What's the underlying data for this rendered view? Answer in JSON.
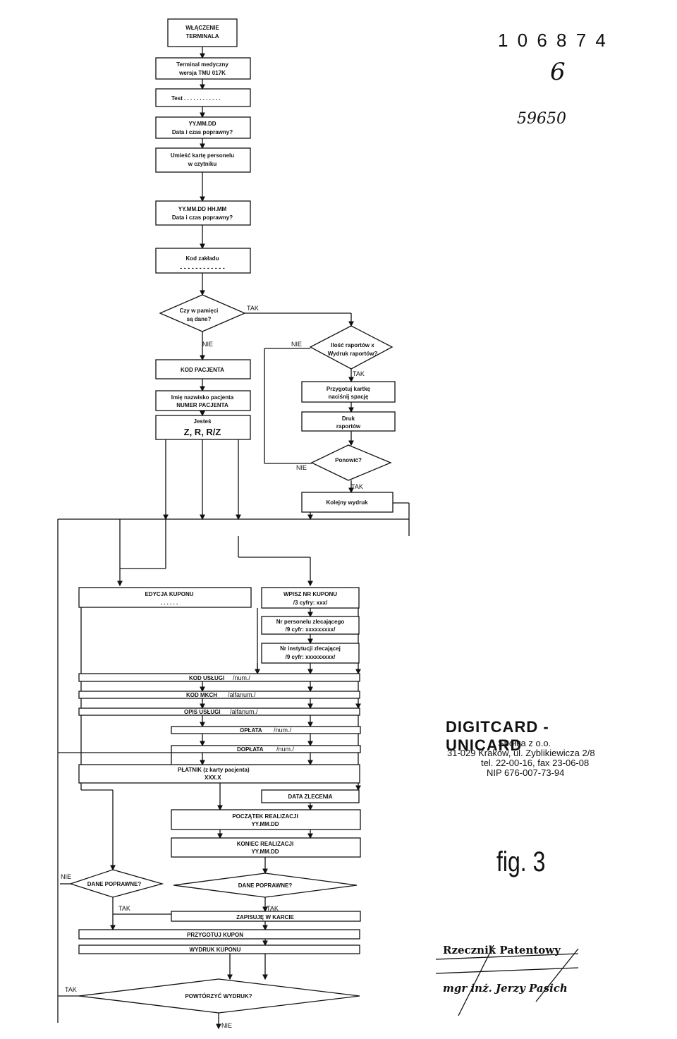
{
  "header": {
    "doc_number": "1 0 6 8 7 4",
    "handwritten_mark": "6",
    "handwritten_number": "59650"
  },
  "flow": {
    "turn_on": [
      "WŁĄCZENIE",
      "TERMINALA"
    ],
    "terminal_version": [
      "Terminal medyczny",
      "wersja TMU 017K"
    ],
    "test": "Test . . . . . . . . . . . .",
    "date_check_1": [
      "YY.MM.DD",
      "Data i czas poprawny?"
    ],
    "insert_card": [
      "Umieść kartę personelu",
      "w czytniku"
    ],
    "date_check_2": [
      "YY.MM.DD   HH.MM",
      "Data i czas poprawny?"
    ],
    "facility_code": "Kod zakładu",
    "facility_code_dashes": "- - - - - - - - - - - -",
    "memory_data": [
      "Czy w pamięci",
      "są dane?"
    ],
    "patient_code": "KOD PACJENTA",
    "patient_name": [
      "Imię nazwisko pacjenta",
      "NUMER PACJENTA"
    ],
    "you_are": "Jesteś",
    "you_are_value": "Z,  R,  R/Z",
    "report_count": [
      "Ilość raportów x",
      "Wydruk raportów?"
    ],
    "prepare_card": [
      "Przygotuj kartkę",
      "naciśnij spację"
    ],
    "report_print": [
      "Druk",
      "raportów"
    ],
    "again": "Ponowić?",
    "next_print": "Kolejny wydruk",
    "coupon_edit": "EDYCJA KUPONU",
    "coupon_edit_dots": ". . . . . .",
    "coupon_number": [
      "WPISZ NR KUPONU",
      "/3 cyfry: xxx/"
    ],
    "staff_number": [
      "Nr personelu zlecającego",
      "/9 cyfr: xxxxxxxxx/"
    ],
    "institution_number": [
      "Nr instytucji zlecającej",
      "/9 cyfr: xxxxxxxxx/"
    ],
    "service_code": "KOD USŁUGI",
    "service_code_unit": "/num./",
    "mkch_code": "KOD MKCH",
    "mkch_code_unit": "/alfanum./",
    "service_desc": "OPIS USŁUGI",
    "service_desc_unit": "/alfanum./",
    "fee": "OPŁATA",
    "fee_unit": "/num./",
    "surcharge": "DOPŁATA",
    "surcharge_unit": "/num./",
    "payer": [
      "PŁATNIK (z karty pacjenta)",
      "XXX.X"
    ],
    "order_date": "DATA ZLECENIA",
    "start": [
      "POCZĄTEK REALIZACJI",
      "YY.MM.DD"
    ],
    "end": [
      "KONIEC REALIZACJI",
      "YY.MM.DD"
    ],
    "data_ok_left": "DANE POPRAWNE?",
    "data_ok_right": "DANE POPRAWNE?",
    "save_card": "ZAPISUJĘ W KARCIE",
    "prepare_coupon": "PRZYGOTUJ KUPON",
    "print_coupon": "WYDRUK KUPONU",
    "repeat_print": "POWTÓRZYĆ WYDRUK?",
    "yes": "TAK",
    "no": "NIE"
  },
  "company": {
    "name": "DIGITCARD - UNICARD",
    "line1": "Spółka z o.o.",
    "line2": "31-029 Kraków, ul. Zyblikiewicza 2/8",
    "line3": "tel. 22-00-16, fax 23-06-08",
    "line4": "NIP 676-007-73-94"
  },
  "figure_label": "fig. 3",
  "stamp": {
    "line1": "Rzecznik Patentowy",
    "line2": "mgr inż. Jerzy Pasich"
  }
}
